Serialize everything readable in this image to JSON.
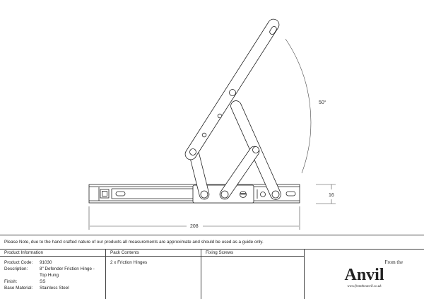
{
  "dimensions": {
    "angle": "50°",
    "height": "16",
    "length": "208"
  },
  "note": "Please Note, due to the hand crafted nature of our products all measurements are approximate and should be used as a guide only.",
  "product_info": {
    "header": "Product Information",
    "rows": [
      {
        "label": "Product Code:",
        "value": "91030"
      },
      {
        "label": "Description:",
        "value": "8\" Defender Friction Hinge - Top Hung"
      },
      {
        "label": "Finish:",
        "value": "SS"
      },
      {
        "label": "Base Material:",
        "value": "Stainless Steel"
      }
    ]
  },
  "pack_contents": {
    "header": "Pack Contents",
    "items": [
      "2 x Friction Hinges"
    ]
  },
  "fixing_screws": {
    "header": "Fixing Screws"
  },
  "logo": {
    "top": "From the",
    "name": "Anvil",
    "url": "www.fromtheanvil.co.uk"
  }
}
